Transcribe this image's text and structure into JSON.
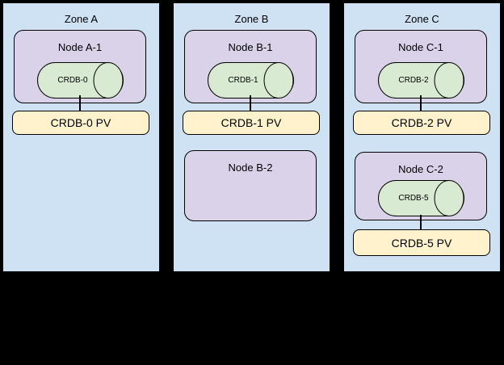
{
  "diagram": {
    "background": "#000000",
    "colors": {
      "zone_fill": "#cfe2f3",
      "node_fill": "#d9d2e9",
      "pod_fill": "#d9ead3",
      "pv_fill": "#fff2cc",
      "outline": "#000000",
      "text": "#000000"
    },
    "zones": [
      {
        "label": "Zone A",
        "groups": [
          {
            "node_label": "Node A-1",
            "pod_label": "CRDB-0",
            "pv_label": "CRDB-0 PV"
          }
        ]
      },
      {
        "label": "Zone B",
        "groups": [
          {
            "node_label": "Node B-1",
            "pod_label": "CRDB-1",
            "pv_label": "CRDB-1 PV"
          },
          {
            "node_label": "Node B-2"
          }
        ]
      },
      {
        "label": "Zone C",
        "groups": [
          {
            "node_label": "Node C-1",
            "pod_label": "CRDB-2",
            "pv_label": "CRDB-2 PV"
          },
          {
            "node_label": "Node C-2",
            "pod_label": "CRDB-5",
            "pv_label": "CRDB-5 PV"
          }
        ]
      }
    ]
  }
}
